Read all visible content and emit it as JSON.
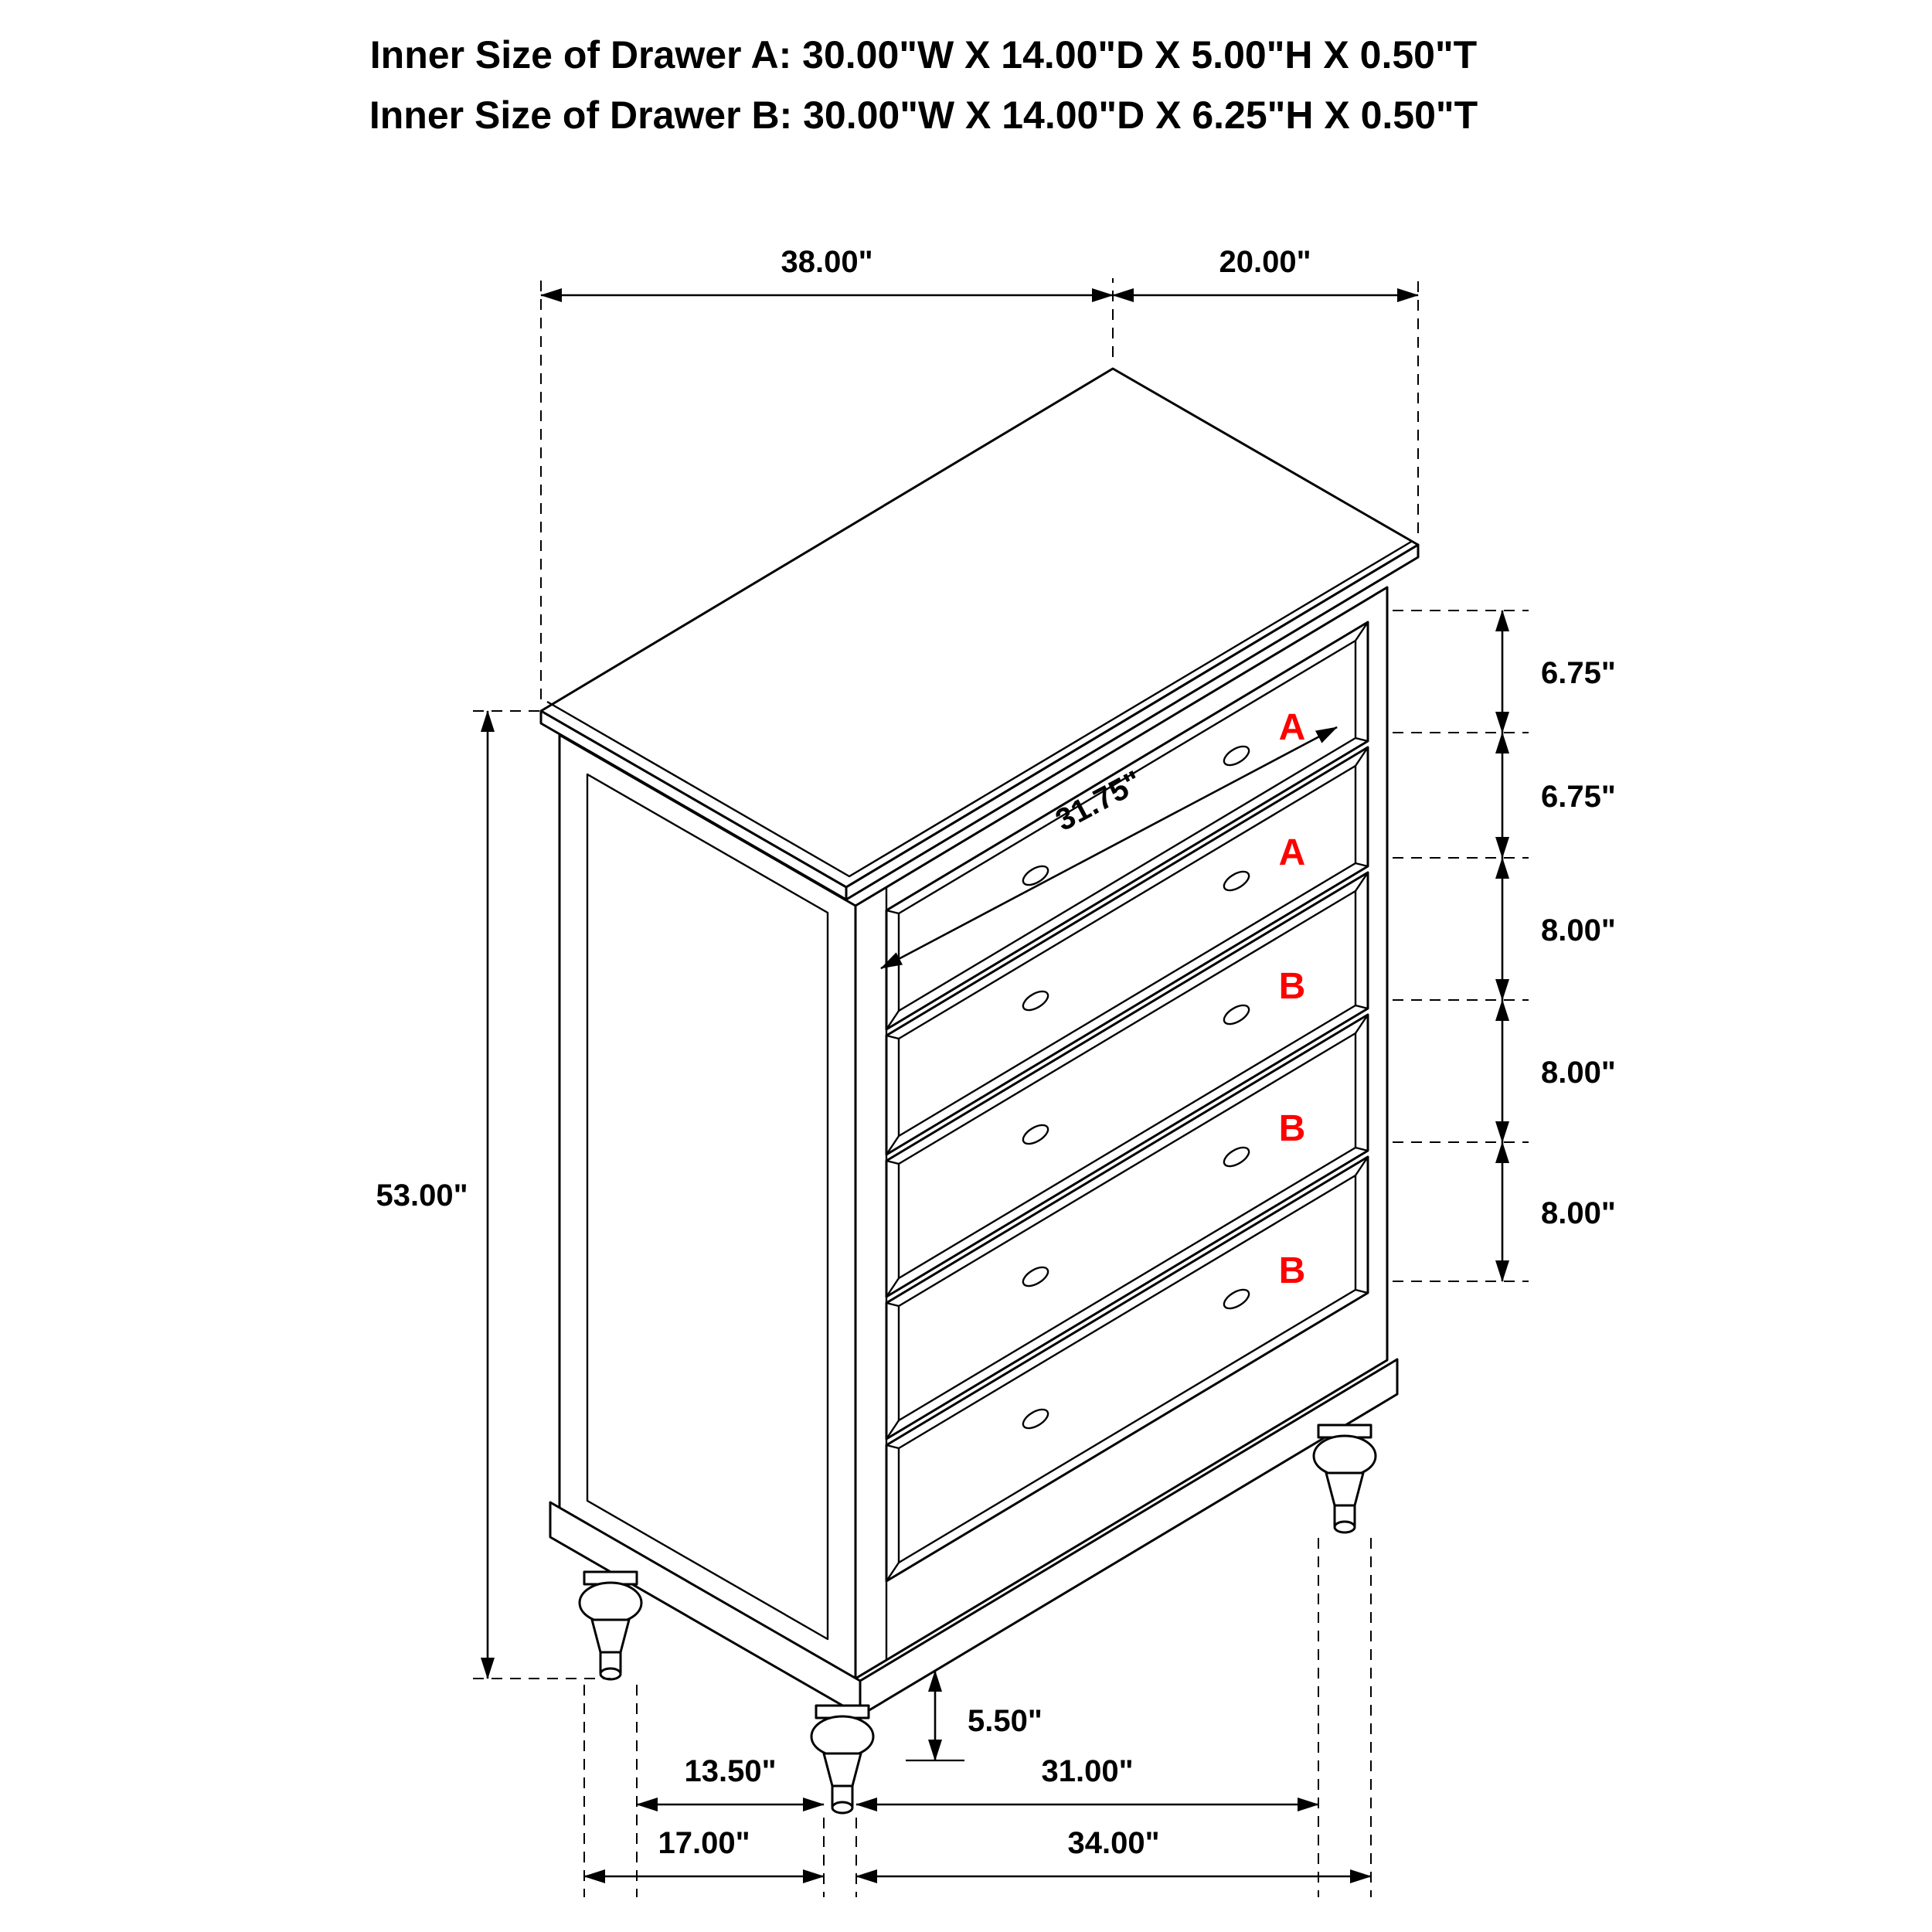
{
  "title": {
    "line1": "Inner Size of Drawer A: 30.00\"W X 14.00\"D X 5.00\"H X 0.50\"T",
    "line2": "Inner Size of Drawer B: 30.00\"W X 14.00\"D X 6.25\"H X 0.50\"T"
  },
  "dimensions": {
    "top_width": "38.00\"",
    "top_depth": "20.00\"",
    "overall_height": "53.00\"",
    "drawer_a1_height": "6.75\"",
    "drawer_a2_height": "6.75\"",
    "drawer_b1_height": "8.00\"",
    "drawer_b2_height": "8.00\"",
    "drawer_b3_height": "8.00\"",
    "drawer_opening_width": "31.75\"",
    "leg_height": "5.50\"",
    "front_leg_inner_span": "13.50\"",
    "front_leg_outer_span": "17.00\"",
    "side_leg_inner_span": "31.00\"",
    "side_leg_outer_span": "34.00\""
  },
  "drawer_labels": [
    "A",
    "A",
    "B",
    "B",
    "B"
  ],
  "colors": {
    "line": "#000000",
    "label": "#ff0000",
    "background": "#ffffff"
  }
}
